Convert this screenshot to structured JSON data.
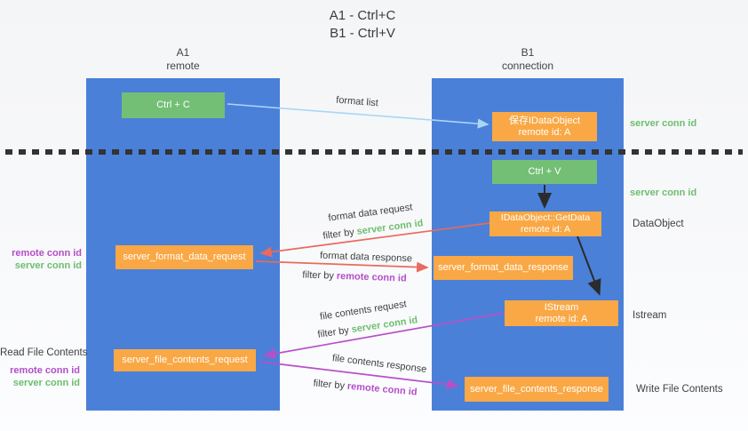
{
  "title": {
    "line1": "A1 - Ctrl+C",
    "line2": "B1 - Ctrl+V"
  },
  "lanes": {
    "left": {
      "name": "A1",
      "subtitle": "remote"
    },
    "right": {
      "name": "B1",
      "subtitle": "connection"
    }
  },
  "nodes": {
    "ctrl_c": {
      "label": "Ctrl + C"
    },
    "save_idataobject": {
      "line1": "保存IDataObject",
      "line2": "remote id: A"
    },
    "ctrl_v": {
      "label": "Ctrl + V"
    },
    "idataobject_getdata": {
      "line1": "IDataObject::GetData",
      "line2": "remote id: A"
    },
    "server_format_data_request": {
      "label": "server_format_data_request"
    },
    "server_format_data_response": {
      "label": "server_format_data_response"
    },
    "istream": {
      "line1": "IStream",
      "line2": "remote id: A"
    },
    "server_file_contents_request": {
      "label": "server_file_contents_request"
    },
    "server_file_contents_response": {
      "label": "server_file_contents_response"
    }
  },
  "arrow_labels": {
    "format_list": "format list",
    "format_data_request": "format data request",
    "format_data_response": "format data response",
    "file_contents_request": "file contents request",
    "file_contents_response": "file contents response",
    "filter_by": "filter by",
    "server_conn_id": "server conn id",
    "remote_conn_id": "remote conn id"
  },
  "side_labels": {
    "server_conn_id_top": "server conn id",
    "server_conn_id_mid": "server conn id",
    "dataobject": "DataObject",
    "istream": "Istream",
    "write_file_contents": "Write File Contents",
    "read_file_contents": "Read File Contents",
    "remote_conn_id_left_1": "remote conn id",
    "server_conn_id_left_1": "server conn id",
    "remote_conn_id_left_2": "remote conn id",
    "server_conn_id_left_2": "server conn id"
  },
  "colors": {
    "lane_blue": "#4a80d8",
    "box_green": "#74bf76",
    "box_orange": "#f9a845",
    "arrow_red": "#e96a5e",
    "arrow_purple": "#b750c8",
    "arrow_blue": "#a9d6f5",
    "arrow_black": "#2b2b2b",
    "text_dark": "#3f3f3f",
    "text_green": "#6dbe6e",
    "text_purple": "#b44ec8"
  }
}
